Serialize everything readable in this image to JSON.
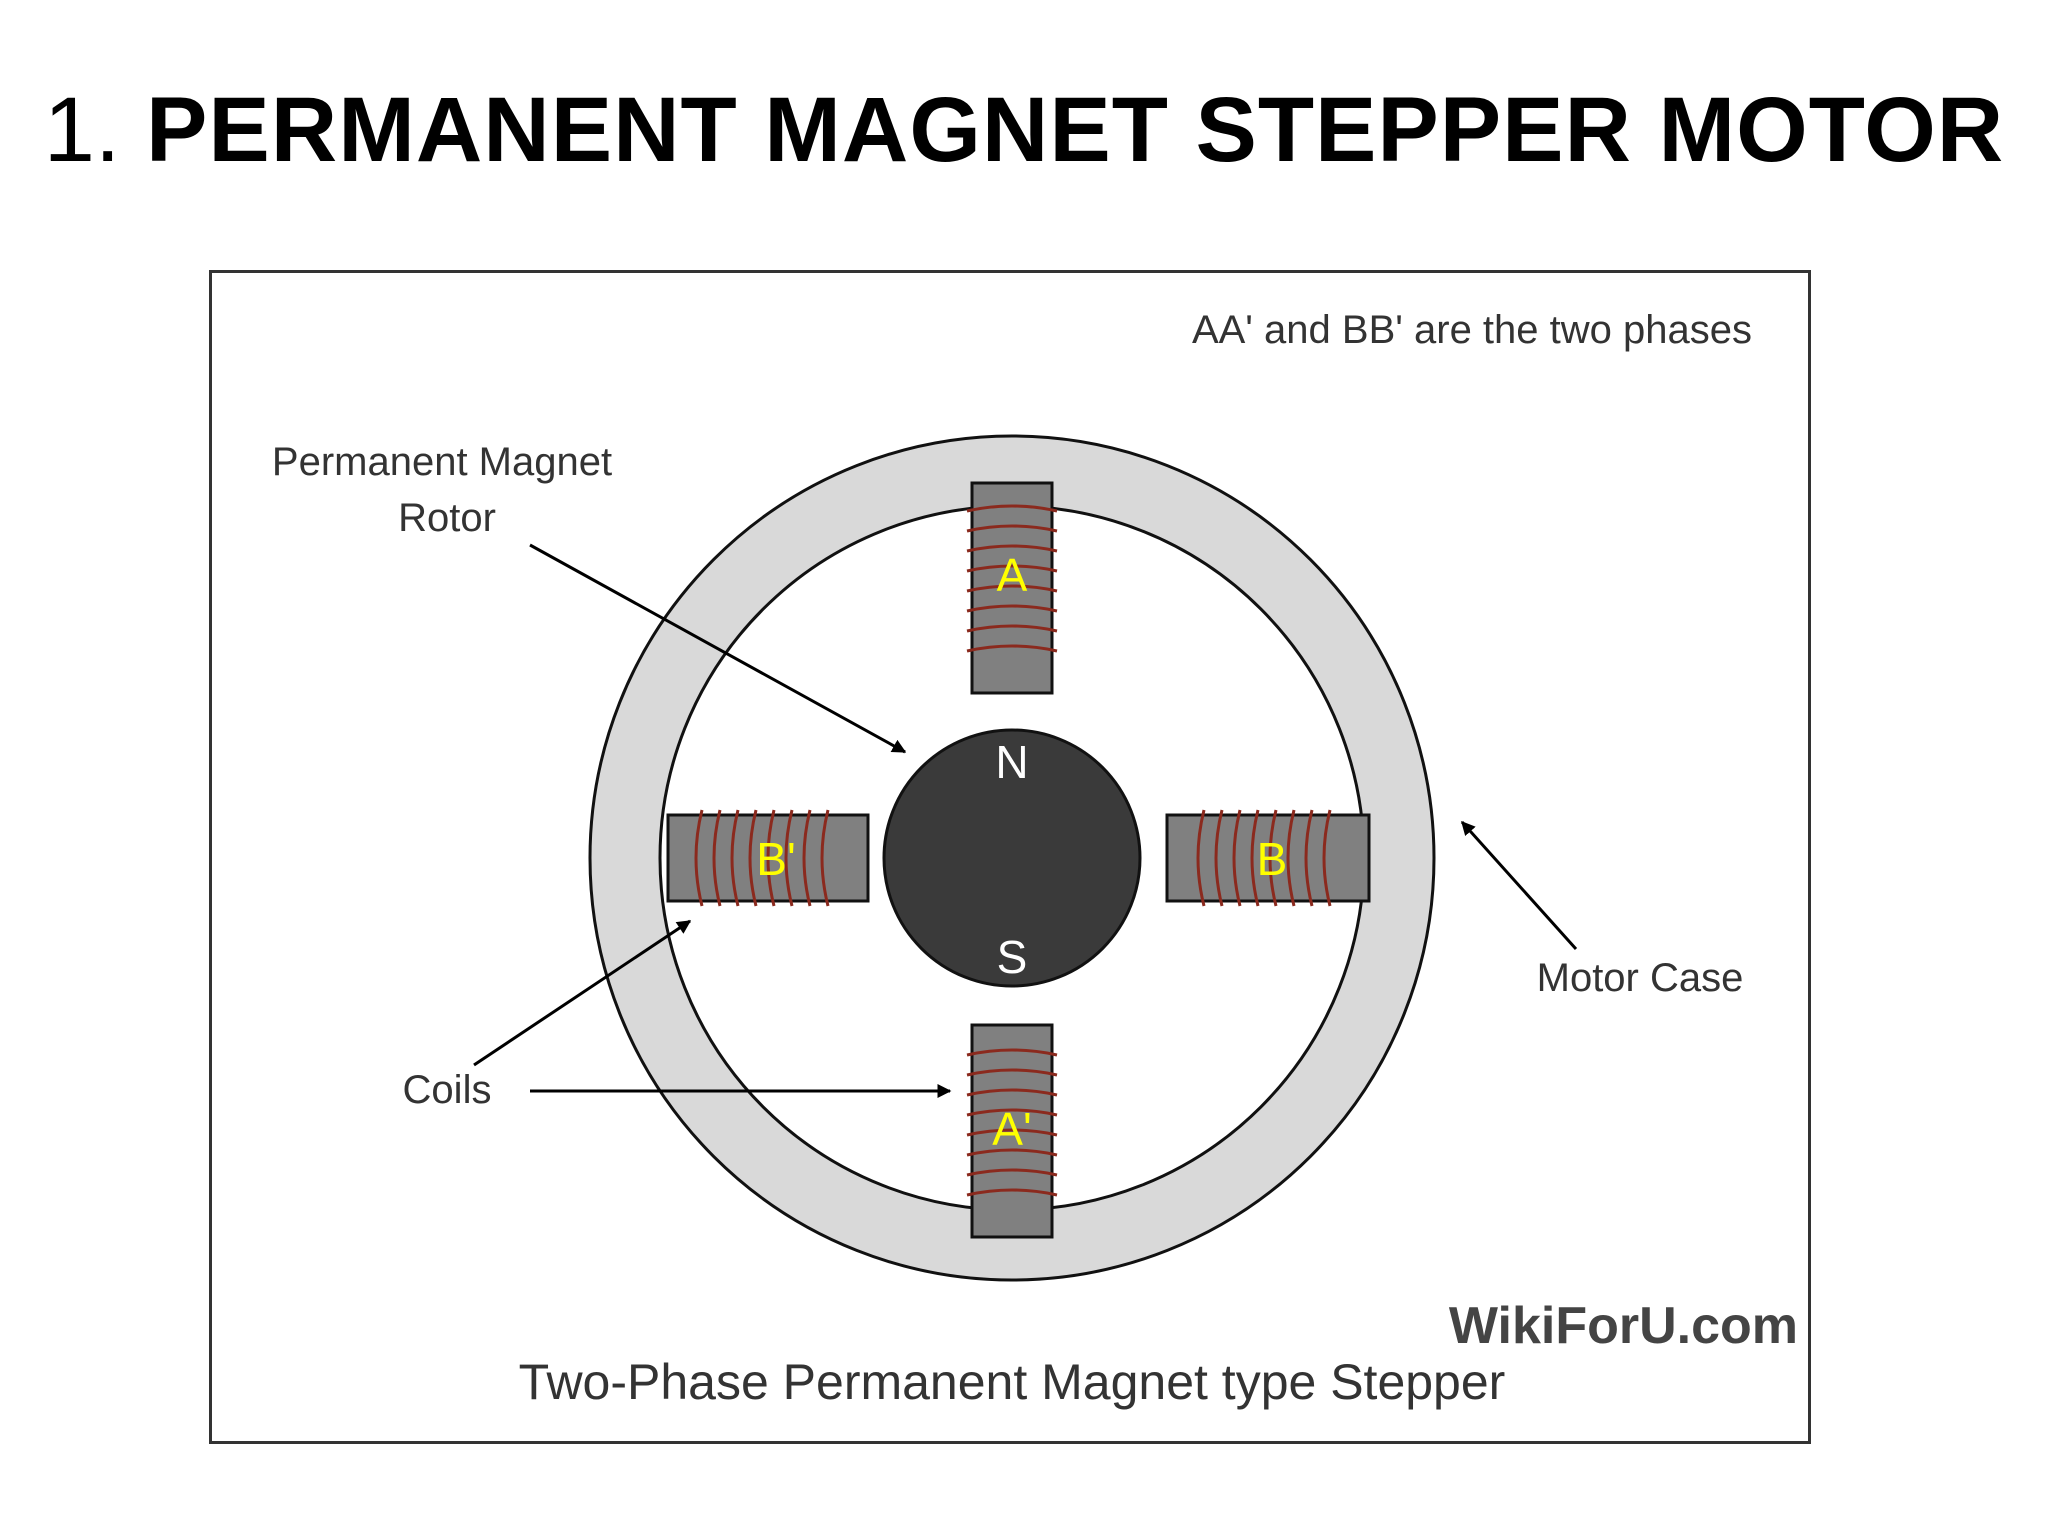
{
  "slide": {
    "title_number": "1.",
    "title_text": "PERMANENT MAGNET STEPPER MOTOR"
  },
  "diagram": {
    "phases_note": "AA' and BB' are the two phases",
    "rotor_label_line1": "Permanent Magnet",
    "rotor_label_line2": "Rotor",
    "coils_label": "Coils",
    "motor_case_label": "Motor Case",
    "watermark": "WikiForU.com",
    "caption": "Two-Phase Permanent Magnet type Stepper",
    "poles": {
      "top": "A",
      "bottom": "A'",
      "left": "B'",
      "right": "B"
    },
    "rotor_north": "N",
    "rotor_south": "S",
    "colors": {
      "case_ring": "#d9d9d9",
      "rotor": "#3a3a3a",
      "pole_core": "#808080",
      "coil_wire": "#8b2a1e",
      "pole_label": "#ffff00"
    }
  }
}
